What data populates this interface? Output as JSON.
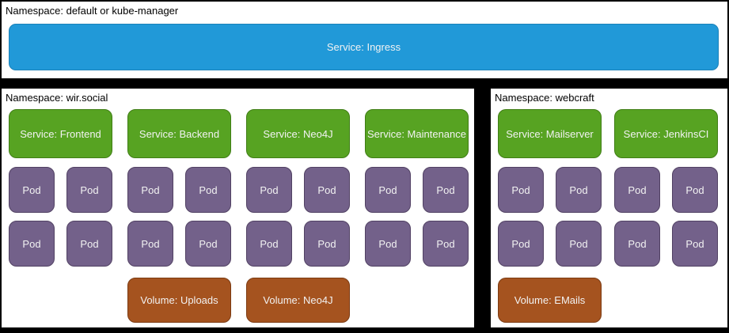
{
  "colors": {
    "background": "#000000",
    "panel_bg": "#ffffff",
    "service_top": "#2199d8",
    "service_top_border": "#1b81b8",
    "service": "#57a322",
    "service_border": "#3f7d15",
    "pod": "#73618a",
    "pod_border": "#514163",
    "volume": "#a5531f",
    "volume_border": "#7b3a12",
    "box_text": "#f2f2f2",
    "label_text": "#000000"
  },
  "top_panel": {
    "namespace_label": "Namespace: default or kube-manager",
    "ingress_service": "Service: Ingress"
  },
  "left_panel": {
    "namespace_label": "Namespace: wir.social",
    "columns": [
      {
        "service": "Service: Frontend",
        "pods": [
          "Pod",
          "Pod",
          "Pod",
          "Pod"
        ],
        "volume": null
      },
      {
        "service": "Service: Backend",
        "pods": [
          "Pod",
          "Pod",
          "Pod",
          "Pod"
        ],
        "volume": "Volume: Uploads"
      },
      {
        "service": "Service: Neo4J",
        "pods": [
          "Pod",
          "Pod",
          "Pod",
          "Pod"
        ],
        "volume": "Volume: Neo4J"
      },
      {
        "service": "Service: Maintenance",
        "pods": [
          "Pod",
          "Pod",
          "Pod",
          "Pod"
        ],
        "volume": null
      }
    ]
  },
  "right_panel": {
    "namespace_label": "Namespace: webcraft",
    "columns": [
      {
        "service": "Service: Mailserver",
        "pods": [
          "Pod",
          "Pod",
          "Pod",
          "Pod"
        ],
        "volume": "Volume: EMails"
      },
      {
        "service": "Service: JenkinsCI",
        "pods": [
          "Pod",
          "Pod",
          "Pod",
          "Pod"
        ],
        "volume": null
      }
    ]
  }
}
